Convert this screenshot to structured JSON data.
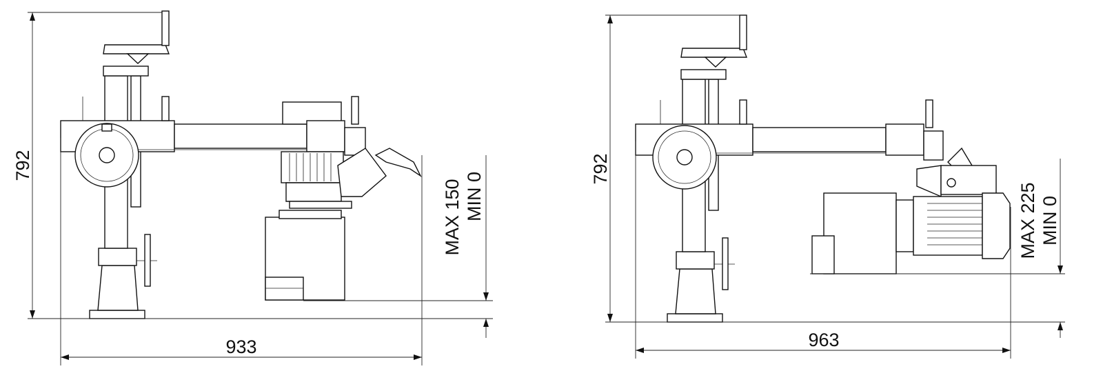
{
  "left_view": {
    "height_label": "792",
    "width_label": "933",
    "travel_max": "MAX 150",
    "travel_min": "MIN 0"
  },
  "right_view": {
    "height_label": "792",
    "width_label": "963",
    "travel_max": "MAX 225",
    "travel_min": "MIN 0"
  }
}
